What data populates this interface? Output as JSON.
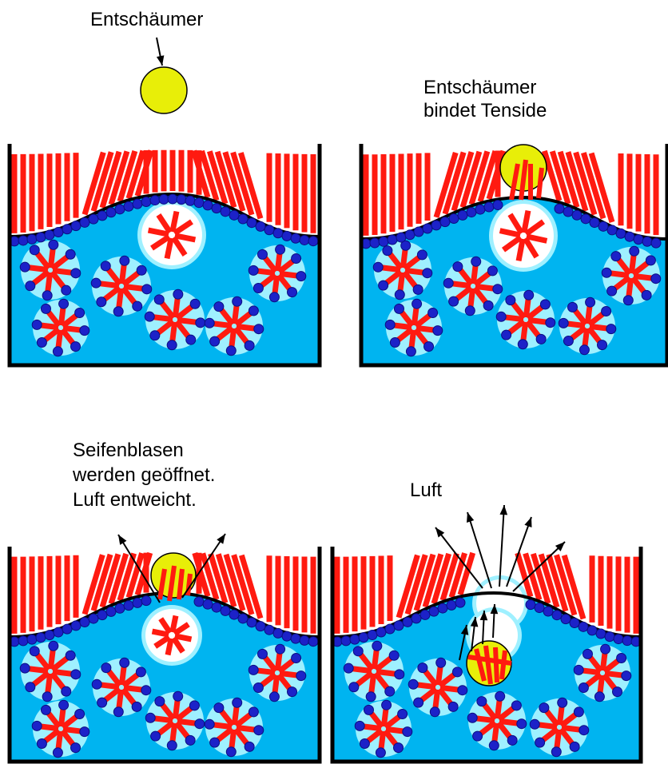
{
  "labels": {
    "panel1": "Entschäumer",
    "panel2_line1": "Entschäumer",
    "panel2_line2": "bindet Tenside",
    "panel3_line1": "Seifenblasen",
    "panel3_line2": "werden geöffnet.",
    "panel3_line3": "Luft entweicht.",
    "panel4": "Luft"
  },
  "colors": {
    "water": "#00b4f0",
    "halo": "#9ff0ff",
    "tenside_head": "#1c22c8",
    "tenside_tail": "#ff1a10",
    "defoamer": "#e8ee08",
    "frame": "#000000"
  }
}
